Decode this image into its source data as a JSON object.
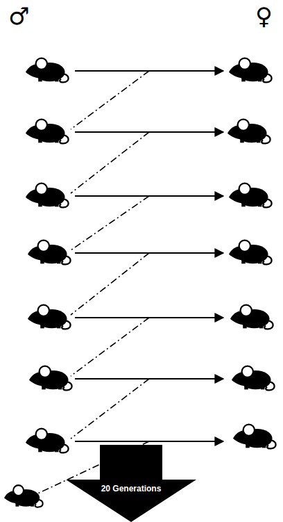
{
  "diagram": {
    "nodes": [
      {
        "text": [
          "20 Generations"
        ]
      }
    ],
    "labels": [
      "♂",
      "♀"
    ]
  }
}
